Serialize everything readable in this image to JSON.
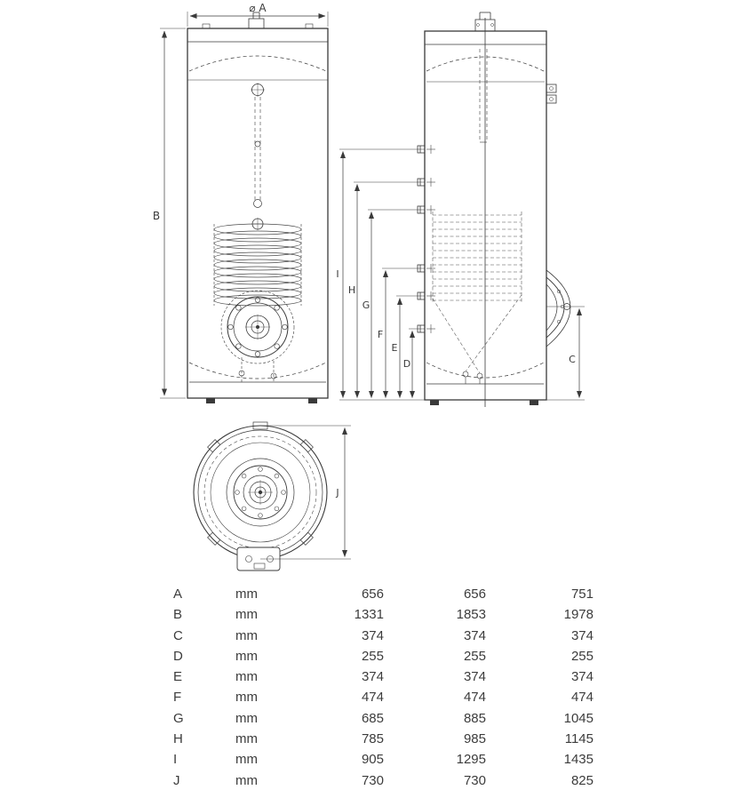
{
  "drawing": {
    "front_view": {
      "dim_diameter": "⌀ A",
      "dim_height": "B"
    },
    "side_view": {
      "dim_i": "I",
      "dim_h": "H",
      "dim_g": "G",
      "dim_f": "F",
      "dim_e": "E",
      "dim_d": "D",
      "dim_c": "C"
    },
    "top_view": {
      "dim_j": "J"
    }
  },
  "table": {
    "rows": [
      {
        "label": "A",
        "unit": "mm",
        "values": [
          "656",
          "656",
          "751"
        ]
      },
      {
        "label": "B",
        "unit": "mm",
        "values": [
          "1331",
          "1853",
          "1978"
        ]
      },
      {
        "label": "C",
        "unit": "mm",
        "values": [
          "374",
          "374",
          "374"
        ]
      },
      {
        "label": "D",
        "unit": "mm",
        "values": [
          "255",
          "255",
          "255"
        ]
      },
      {
        "label": "E",
        "unit": "mm",
        "values": [
          "374",
          "374",
          "374"
        ]
      },
      {
        "label": "F",
        "unit": "mm",
        "values": [
          "474",
          "474",
          "474"
        ]
      },
      {
        "label": "G",
        "unit": "mm",
        "values": [
          "685",
          "885",
          "1045"
        ]
      },
      {
        "label": "H",
        "unit": "mm",
        "values": [
          "785",
          "985",
          "1145"
        ]
      },
      {
        "label": "I",
        "unit": "mm",
        "values": [
          "905",
          "1295",
          "1435"
        ]
      },
      {
        "label": "J",
        "unit": "mm",
        "values": [
          "730",
          "730",
          "825"
        ]
      }
    ]
  }
}
